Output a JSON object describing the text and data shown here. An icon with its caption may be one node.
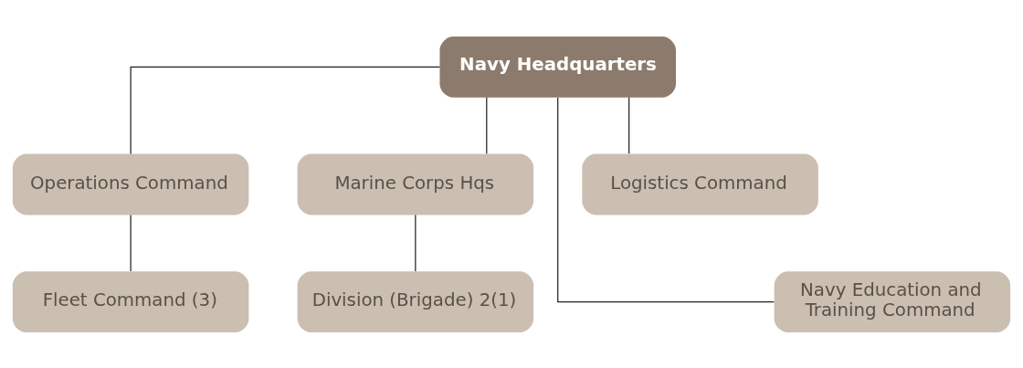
{
  "diagram": {
    "nodes": [
      {
        "text": [
          "Navy Headquarters"
        ]
      },
      {
        "text": [
          "Operations Command"
        ]
      },
      {
        "text": [
          "Marine Corps Hqs"
        ]
      },
      {
        "text": [
          "Logistics Command"
        ]
      },
      {
        "text": [
          "Fleet Command (3)"
        ]
      },
      {
        "text": [
          "Division (Brigade) 2(1)"
        ]
      },
      {
        "text": [
          "Navy Education and Training Command"
        ]
      }
    ],
    "edges": [
      {
        "from": 0,
        "to": 1,
        "arrow": "none"
      },
      {
        "from": 0,
        "to": 2,
        "arrow": "none"
      },
      {
        "from": 0,
        "to": 3,
        "arrow": "none"
      },
      {
        "from": 0,
        "to": 6,
        "arrow": "none"
      },
      {
        "from": 1,
        "to": 4,
        "arrow": "none"
      },
      {
        "from": 2,
        "to": 5,
        "arrow": "none"
      }
    ]
  }
}
